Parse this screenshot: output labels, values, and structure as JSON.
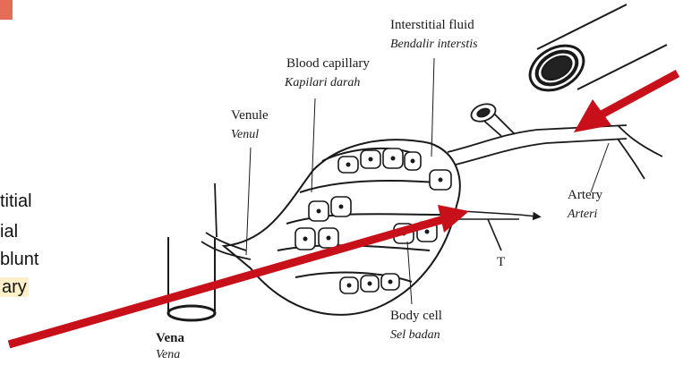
{
  "labels": {
    "interstitial_fluid": "Interstitial fluid",
    "interstitial_fluid_ms": "Bendalir interstis",
    "blood_capillary": "Blood capillary",
    "blood_capillary_ms": "Kapilari darah",
    "venule": "Venule",
    "venule_ms": "Venul",
    "artery": "Artery",
    "artery_ms": "Arteri",
    "t_marker": "T",
    "body_cell": "Body cell",
    "body_cell_ms": "Sel badan",
    "vena": "Vena",
    "vena_ms": "Vena"
  },
  "side_text": {
    "line1": "titial",
    "line2": "ial",
    "line3": "blunt",
    "line4": "ary"
  },
  "colors": {
    "arrow_red": "#c8101a",
    "accent_block": "#e46c59",
    "highlight": "#fdf0c8",
    "ink": "#1a1a1a"
  }
}
